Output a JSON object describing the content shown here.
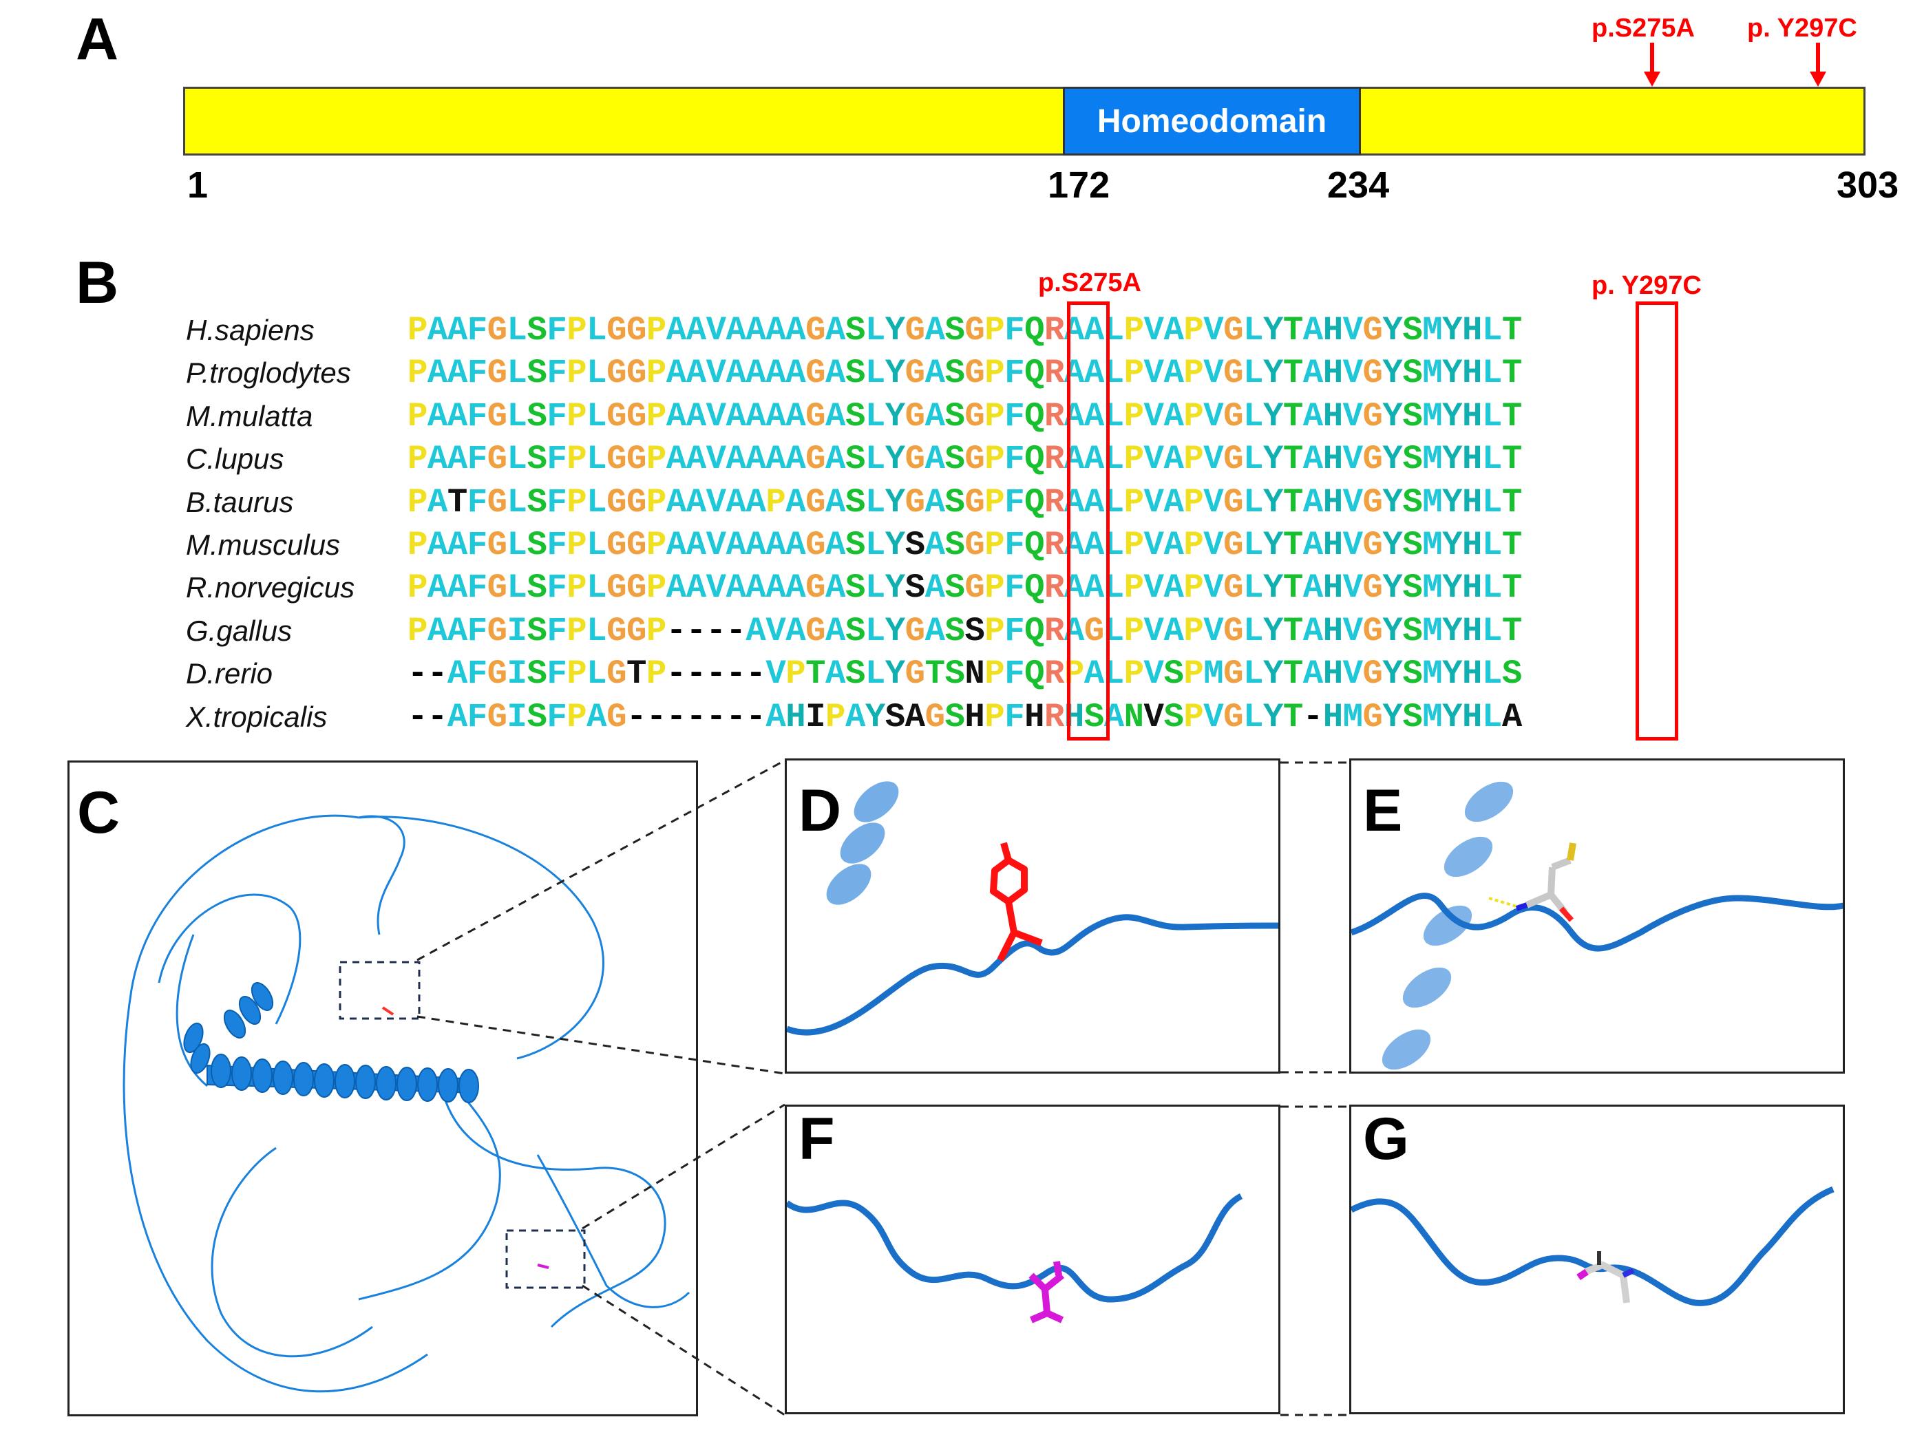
{
  "panel_letters": {
    "a": "A",
    "b": "B",
    "c": "C",
    "d": "D",
    "e": "E",
    "f": "F",
    "g": "G"
  },
  "panel_a": {
    "domain_label": "Homeodomain",
    "positions": {
      "start": "1",
      "homeo_start": "172",
      "homeo_end": "234",
      "end": "303"
    },
    "mutation_1": "p.S275A",
    "mutation_2": "p. Y297C",
    "colors": {
      "protein": "#ffff00",
      "homeodomain": "#0a7ef0",
      "mutation": "#ff0000"
    }
  },
  "panel_b": {
    "mutation_1": "p.S275A",
    "mutation_2": "p. Y297C",
    "rows": [
      {
        "species": "H.sapiens",
        "seq": "PAAFGLSFPLGGPAAVAAAAGASLYGASGPFQRAALPVAPVGLYTAHVGYSMYHLT"
      },
      {
        "species": "P.troglodytes",
        "seq": "PAAFGLSFPLGGPAAVAAAAGASLYGASGPFQRAALPVAPVGLYTAHVGYSMYHLT"
      },
      {
        "species": "M.mulatta",
        "seq": "PAAFGLSFPLGGPAAVAAAAGASLYGASGPFQRAALPVAPVGLYTAHVGYSMYHLT"
      },
      {
        "species": "C.lupus",
        "seq": "PAAFGLSFPLGGPAAVAAAAGASLYGASGPFQRAALPVAPVGLYTAHVGYSMYHLT"
      },
      {
        "species": "B.taurus",
        "seq": "PATFGLSFPLGGPAAVAAPAGASLYGASGPFQRAALPVAPVGLYTAHVGYSMYHLT"
      },
      {
        "species": "M.musculus",
        "seq": "PAAFGLSFPLGGPAAVAAAAGASLYSASGPFQRAALPVAPVGLYTAHVGYSMYHLT"
      },
      {
        "species": "R.norvegicus",
        "seq": "PAAFGLSFPLGGPAAVAAAAGASLYSASGPFQRAALPVAPVGLYTAHVGYSMYHLT"
      },
      {
        "species": "G.gallus",
        "seq": "PAAFGISFPLGGP----AVAGASLYGASSPFQRAGLPVAPVGLYTAHVGYSMYHLT"
      },
      {
        "species": "D.rerio",
        "seq": "--AFGISFPLGTP-----VPTASLYGTSNPFQRPALPVSPMGLYTAHVGYSMYHLS"
      },
      {
        "species": "X.tropicalis",
        "seq": "--AFGISFPAG-------AHIPAYSAGSHPFHRHSANVSPVGLYT-HMGYSMYHLA"
      }
    ]
  },
  "panels_structure": {
    "residue_colors": {
      "ribbon": "#1a78d6",
      "wildtype_275": "#ff2020",
      "mutant_275": "#d818d8",
      "wildtype_297": "#ff2020",
      "mutant_297": "#d0d0d0"
    }
  }
}
